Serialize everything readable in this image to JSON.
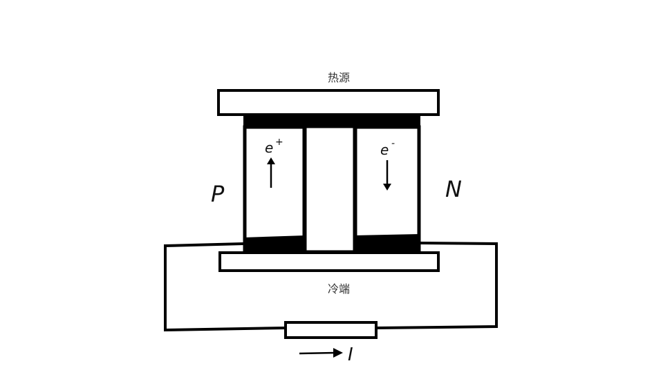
{
  "labels": {
    "hot_source": "热源",
    "cold_end": "冷端",
    "p_type": "P",
    "n_type": "N",
    "hole": "e",
    "hole_sup": "+",
    "electron": "e",
    "electron_sup": "-",
    "current": "I"
  },
  "colors": {
    "stroke": "#000000",
    "fill": "#ffffff"
  }
}
